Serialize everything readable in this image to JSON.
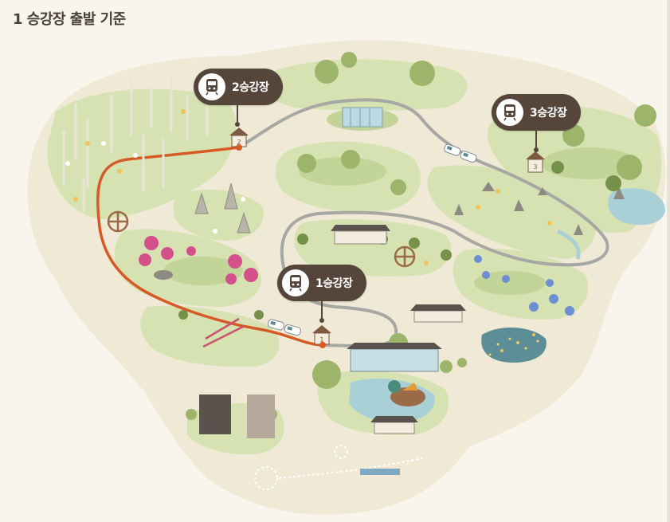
{
  "page": {
    "title": "1 승강장 출발 기준"
  },
  "stations": [
    {
      "label": "2승강장",
      "icon": "train-icon",
      "sign": "2"
    },
    {
      "label": "3승강장",
      "icon": "train-icon",
      "sign": "3"
    },
    {
      "label": "1승강장",
      "icon": "train-icon",
      "sign": "1"
    }
  ],
  "colors": {
    "background": "#f8f5ec",
    "land": "#efe9d6",
    "grass": "#d6e2b1",
    "grass_dark": "#c3d499",
    "track": "#a7a7a4",
    "route": "#d55a25",
    "pin": "#55453b",
    "water": "#a9d0d6"
  }
}
